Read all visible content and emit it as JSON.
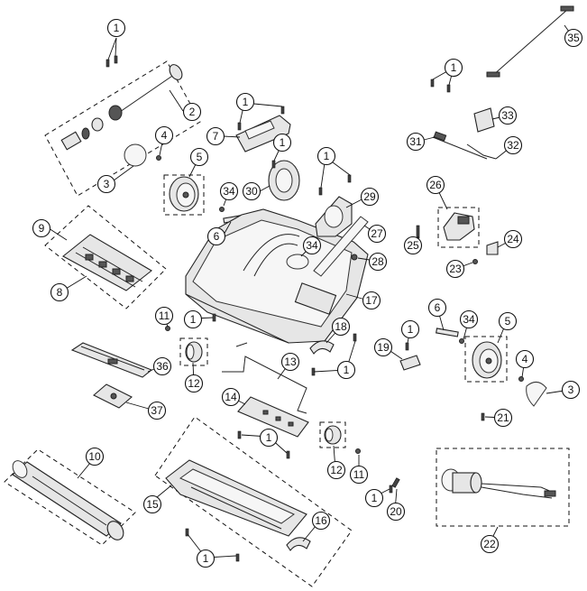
{
  "callouts": {
    "c1a": "1",
    "c1b": "1",
    "c1c": "1",
    "c1d": "1",
    "c1e": "1",
    "c1f": "1",
    "c1g": "1",
    "c1h": "1",
    "c1i": "1",
    "c1j": "1",
    "c1k": "1",
    "c2": "2",
    "c3a": "3",
    "c3b": "3",
    "c4a": "4",
    "c4b": "4",
    "c5a": "5",
    "c5b": "5",
    "c6a": "6",
    "c6b": "6",
    "c7": "7",
    "c8": "8",
    "c9": "9",
    "c10": "10",
    "c11a": "11",
    "c11b": "11",
    "c12a": "12",
    "c12b": "12",
    "c13": "13",
    "c14": "14",
    "c15": "15",
    "c16": "16",
    "c17": "17",
    "c18": "18",
    "c19": "19",
    "c20": "20",
    "c21": "21",
    "c22": "22",
    "c23": "23",
    "c24": "24",
    "c25": "25",
    "c26": "26",
    "c27": "27",
    "c28": "28",
    "c29": "29",
    "c30": "30",
    "c31": "31",
    "c32": "32",
    "c33": "33",
    "c34a": "34",
    "c34b": "34",
    "c34c": "34",
    "c35": "35",
    "c36": "36",
    "c37": "37"
  }
}
